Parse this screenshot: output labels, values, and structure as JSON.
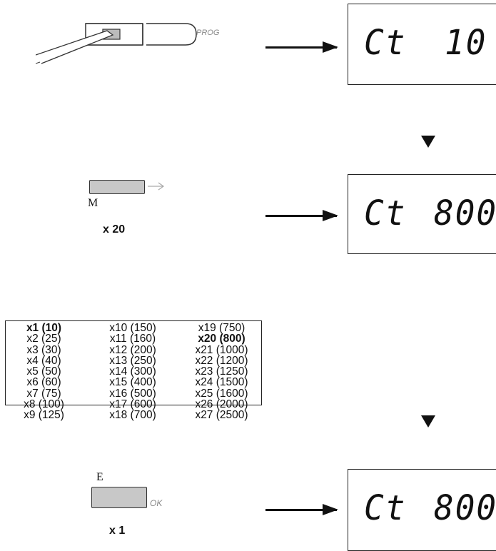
{
  "step1": {
    "button_label": "PROG",
    "display": {
      "code": "Ct",
      "value": "10"
    }
  },
  "step2": {
    "key_letter": "M",
    "press_count": "x 20",
    "display": {
      "code": "Ct",
      "value": "800"
    }
  },
  "ratio_table": {
    "columns": [
      [
        "x1 (10)",
        "x2 (25)",
        "x3 (30)",
        "x4 (40)",
        "x5 (50)",
        "x6 (60)",
        "x7 (75)",
        "x8 (100)",
        "x9 (125)"
      ],
      [
        "x10 (150)",
        "x11 (160)",
        "x12 (200)",
        "x13 (250)",
        "x14 (300)",
        "x15 (400)",
        "x16 (500)",
        "x17 (600)",
        "x18 (700)"
      ],
      [
        "x19 (750)",
        "x20 (800)",
        "x21 (1000)",
        "x22 (1200)",
        "x23 (1250)",
        "x24 (1500)",
        "x25 (1600)",
        "x26 (2000)",
        "x27 (2500)"
      ]
    ],
    "highlighted": [
      "x1 (10)",
      "x20 (800)"
    ]
  },
  "step3": {
    "key_letter": "E",
    "button_label": "OK",
    "press_count": "x 1",
    "display": {
      "code": "Ct",
      "value": "800"
    }
  }
}
